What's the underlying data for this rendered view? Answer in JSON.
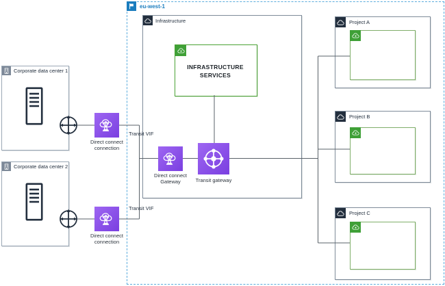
{
  "diagram": {
    "region": "eu-west-1",
    "infrastructure_label": "Infrastructure",
    "infrastructure_services": "INFRASTRUCTURE SERVICES",
    "datacenter1": "Corporate data center 1",
    "datacenter2": "Corporate data center 2",
    "direct_connect_connection1": "Direct connect connection",
    "direct_connect_connection2": "Direct connect connection",
    "transit_vif1": "Transit VIF",
    "transit_vif2": "Transit VIF",
    "direct_connect_gateway": "Direct connect Gateway",
    "transit_gateway": "Transit gateway",
    "projects": [
      {
        "label": "Project A"
      },
      {
        "label": "Project B"
      },
      {
        "label": "Project C"
      }
    ],
    "colors": {
      "region_blue": "#1b7dbe",
      "navy": "#232F3E",
      "green": "#3FA037",
      "purple_light": "#9e66f2",
      "purple_dark": "#7a3fe0",
      "gray_icon": "#7D8998",
      "line": "#596168"
    }
  }
}
